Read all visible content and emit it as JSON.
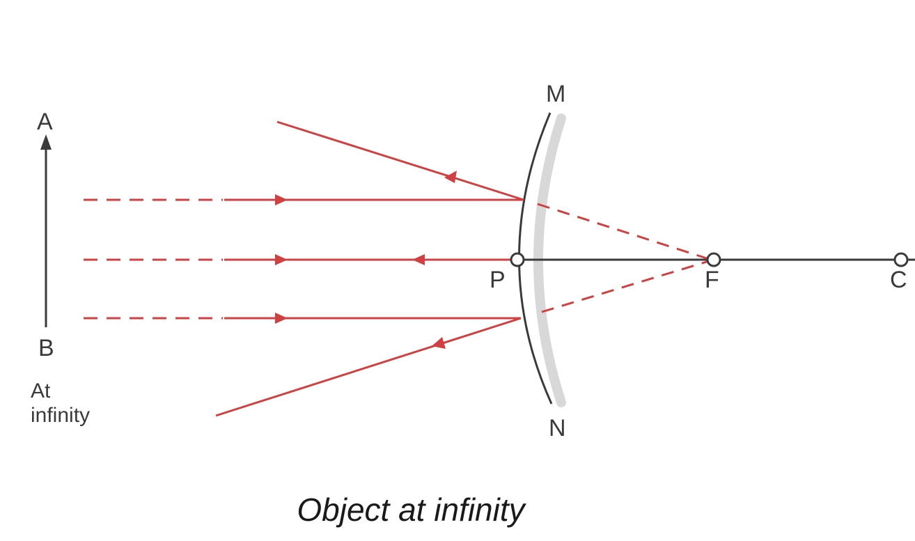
{
  "diagram": {
    "title": "Object at infinity",
    "type": "concave mirror ray diagram",
    "object": {
      "top_label": "A",
      "bottom_label": "B",
      "note": "At infinity"
    },
    "mirror": {
      "top_label": "M",
      "bottom_label": "N",
      "pole_label": "P"
    },
    "axis_points": [
      {
        "label": "P",
        "name": "pole"
      },
      {
        "label": "F",
        "name": "focus"
      },
      {
        "label": "C",
        "name": "centre of curvature"
      }
    ],
    "colors": {
      "ray": "#d04040",
      "line": "#3a3a3a",
      "mirror_back": "#d8d8d8",
      "background": "#ffffff"
    }
  }
}
